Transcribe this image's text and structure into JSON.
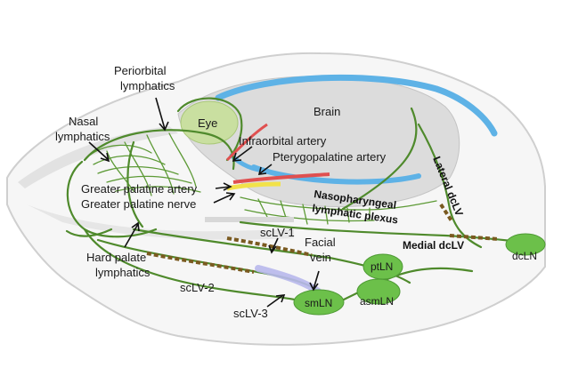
{
  "labels": {
    "periorbital": [
      "Periorbital",
      "lymphatics"
    ],
    "nasal": [
      "Nasal",
      "lymphatics"
    ],
    "eye": "Eye",
    "brain": "Brain",
    "infraorbital_artery": "Infraorbital artery",
    "pterygopalatine_artery": "Pterygopalatine artery",
    "greater_palatine_artery": "Greater palatine artery",
    "greater_palatine_nerve": "Greater palatine nerve",
    "nasopharyngeal": [
      "Nasopharyngeal",
      "lymphatic plexus"
    ],
    "lateral_dclv": "Lateral dcLV",
    "medial_dclv": "Medial dcLV",
    "dcln": "dcLN",
    "hard_palate": [
      "Hard palate",
      "lymphatics"
    ],
    "sclv1": "scLV-1",
    "sclv2": "scLV-2",
    "sclv3": "scLV-3",
    "facial_vein": [
      "Facial",
      "vein"
    ],
    "ptln": "ptLN",
    "smln": "smLN",
    "asmln": "asmLN"
  },
  "colors": {
    "lymphatic": "#4f8a2c",
    "node": "#6cc04a",
    "brain": "#dcdcdc",
    "csf_blue": "#5eb2e6",
    "eye": "#c9dfa0",
    "artery": "#e05050",
    "nerve": "#f2e24a",
    "facial_vein": "#b8b8ec",
    "valve": "#7a5a20"
  }
}
